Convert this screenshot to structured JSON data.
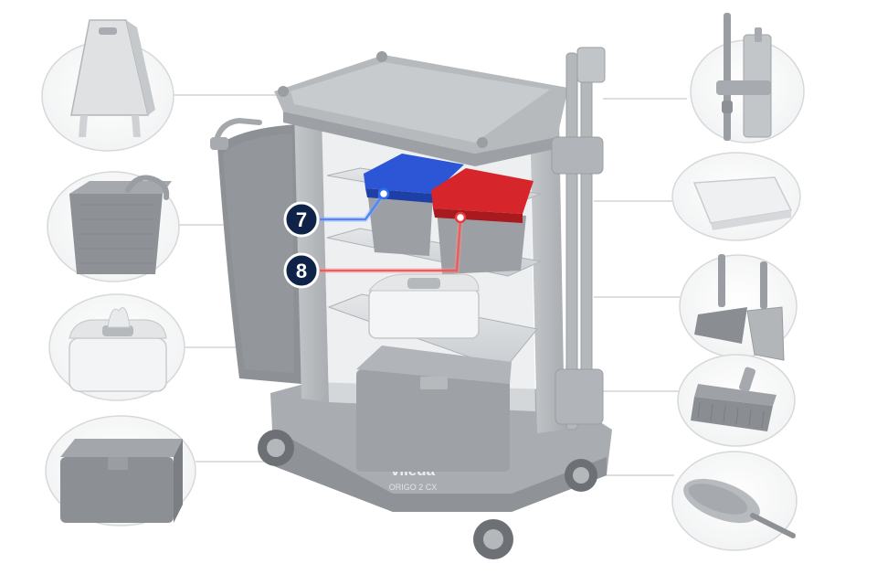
{
  "brand": {
    "name": "vileda",
    "model": "ORIGO 2 CX"
  },
  "callouts": [
    {
      "number": "7",
      "color": "#2f6ff0"
    },
    {
      "number": "8",
      "color": "#e23c3c"
    }
  ],
  "accessories_left": [
    "wet-floor-sign-icon",
    "basket-icon",
    "wipes-dispenser-icon",
    "storage-box-icon"
  ],
  "accessories_right": [
    "mop-holder-icon",
    "mop-pad-icon",
    "brush-and-dustpan-icon",
    "scrub-brush-icon",
    "feather-duster-icon"
  ],
  "colors": {
    "bucket_blue": "#2c56d6",
    "bucket_red": "#d7262b",
    "callout_badge": "#0f2348",
    "cart_grey": "#b9bcbf"
  }
}
